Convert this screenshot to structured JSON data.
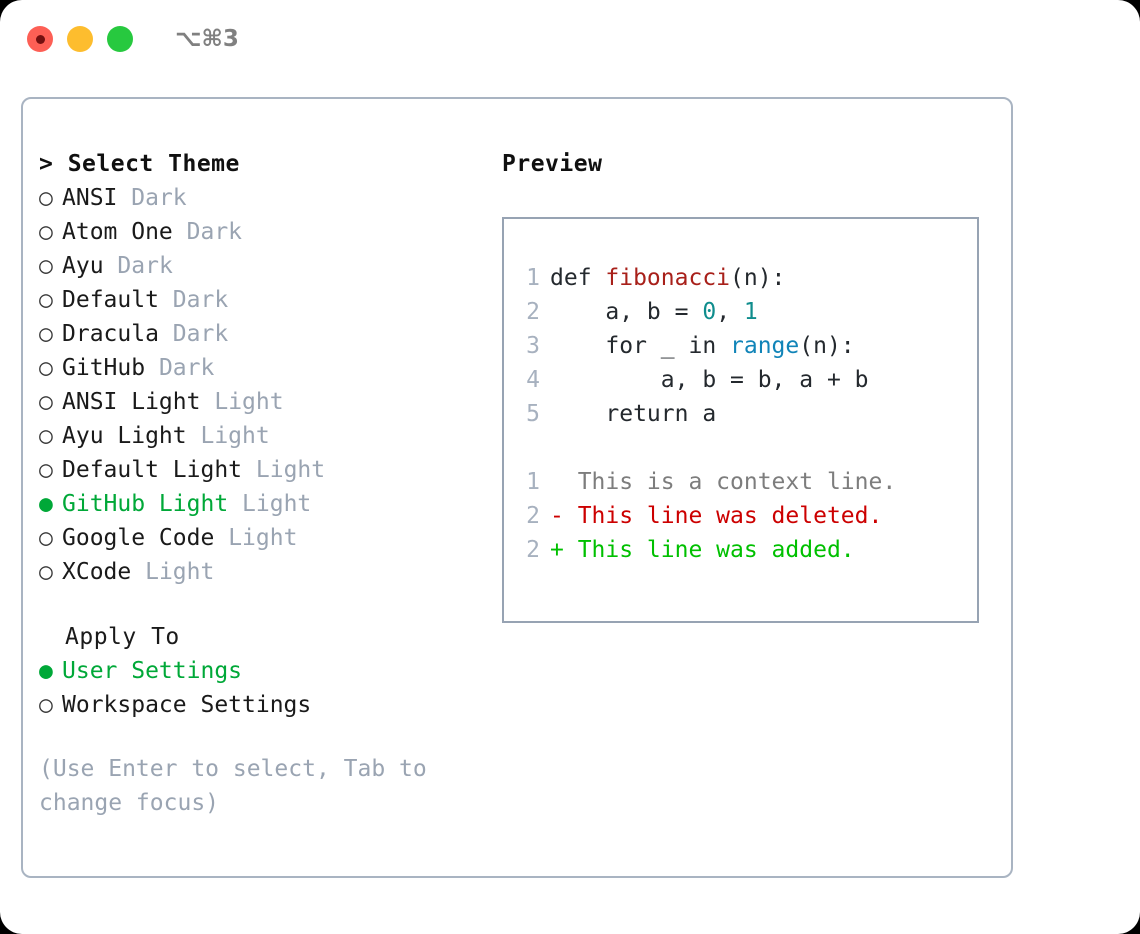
{
  "window": {
    "titlebar": {
      "shortcut": "⌥⌘3",
      "lights": [
        {
          "name": "close-button",
          "color": "#fd5f55"
        },
        {
          "name": "minimize-button",
          "color": "#fdbd2e"
        },
        {
          "name": "maximize-button",
          "color": "#27c93f"
        }
      ]
    }
  },
  "theme_section": {
    "title": "> Select Theme",
    "items": [
      {
        "selected": false,
        "bullet": "○",
        "label": "ANSI",
        "suffix": "Dark"
      },
      {
        "selected": false,
        "bullet": "○",
        "label": "Atom One",
        "suffix": "Dark"
      },
      {
        "selected": false,
        "bullet": "○",
        "label": "Ayu",
        "suffix": "Dark"
      },
      {
        "selected": false,
        "bullet": "○",
        "label": "Default",
        "suffix": "Dark"
      },
      {
        "selected": false,
        "bullet": "○",
        "label": "Dracula",
        "suffix": "Dark"
      },
      {
        "selected": false,
        "bullet": "○",
        "label": "GitHub",
        "suffix": "Dark"
      },
      {
        "selected": false,
        "bullet": "○",
        "label": "ANSI Light",
        "suffix": "Light"
      },
      {
        "selected": false,
        "bullet": "○",
        "label": "Ayu Light",
        "suffix": "Light"
      },
      {
        "selected": false,
        "bullet": "○",
        "label": "Default Light",
        "suffix": "Light"
      },
      {
        "selected": true,
        "bullet": "●",
        "label": "GitHub Light",
        "suffix": "Light"
      },
      {
        "selected": false,
        "bullet": "○",
        "label": "Google Code",
        "suffix": "Light"
      },
      {
        "selected": false,
        "bullet": "○",
        "label": "XCode",
        "suffix": "Light"
      }
    ]
  },
  "apply_section": {
    "title": "Apply To",
    "items": [
      {
        "selected": true,
        "bullet": "●",
        "label": "User Settings",
        "suffix": ""
      },
      {
        "selected": false,
        "bullet": "○",
        "label": "Workspace Settings",
        "suffix": ""
      }
    ]
  },
  "help": {
    "line1": "(Use Enter to select, Tab to",
    "line2": "change focus)"
  },
  "preview": {
    "title": "Preview",
    "code": {
      "line1": {
        "num": "1",
        "pre": "def ",
        "func": "fibonacci",
        "post": "(n):"
      },
      "line2": {
        "num": "2",
        "pre": "    a, b = ",
        "num_a": "0",
        "mid": ", ",
        "num_b": "1"
      },
      "line3": {
        "num": "3",
        "pre": "    for _ in ",
        "call": "range",
        "post": "(n):"
      },
      "line4": {
        "num": "4",
        "text": "        a, b = b, a + b"
      },
      "line5": {
        "num": "5",
        "text": "    return a"
      }
    },
    "diff": [
      {
        "num": "1",
        "marker": " ",
        "text": "  This is a context line.",
        "kind": "context"
      },
      {
        "num": "2",
        "marker": "-",
        "text": "- This line was deleted.",
        "kind": "deleted"
      },
      {
        "num": "2",
        "marker": "+",
        "text": "+ This line was added.",
        "kind": "added"
      }
    ]
  },
  "colors": {
    "accent_green": "#00a838",
    "diff_add": "#00c000",
    "diff_del": "#cc0000",
    "muted": "#9aa4b2",
    "border": "#a9b4c2",
    "func": "#a8201a",
    "number": "#0f8d8d",
    "call": "#1184b8"
  }
}
